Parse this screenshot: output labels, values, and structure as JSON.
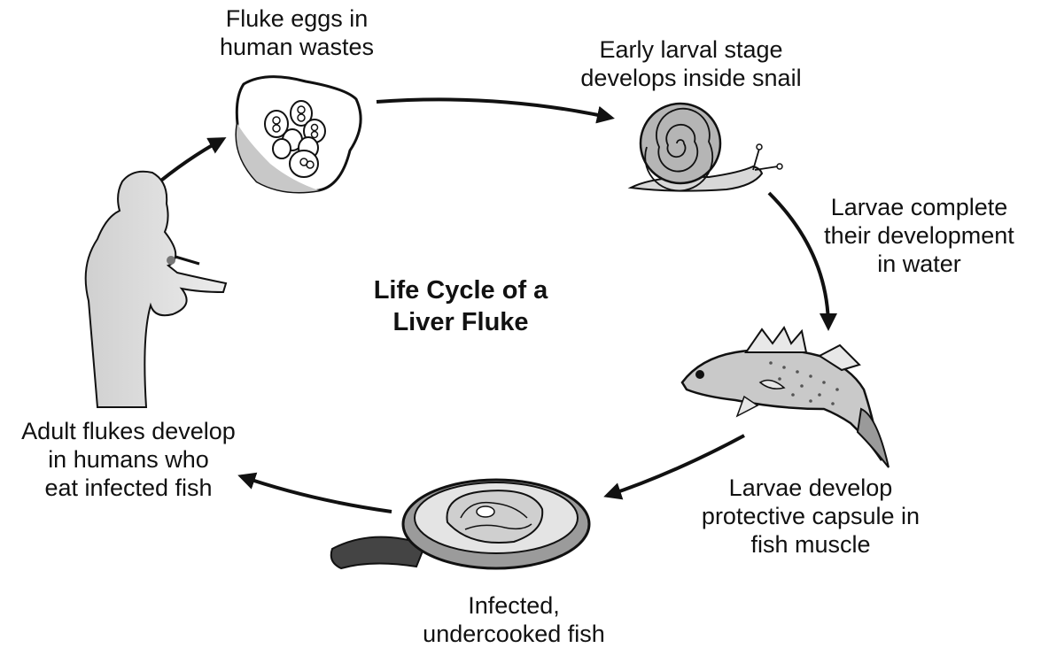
{
  "diagram": {
    "title": "Life Cycle of a\nLiver Fluke",
    "stages": {
      "eggs": "Fluke eggs in\nhuman wastes",
      "snail": "Early larval stage\ndevelops inside snail",
      "water": "Larvae complete\ntheir development\nin water",
      "fish": "Larvae develop\nprotective capsule in\nfish muscle",
      "cooked": "Infected,\nundercooked fish",
      "human": "Adult flukes develop\nin humans who\neat infected fish"
    },
    "colors": {
      "ink": "#111111",
      "gray": "#b9b9b9",
      "light": "#dcdcdc"
    }
  }
}
